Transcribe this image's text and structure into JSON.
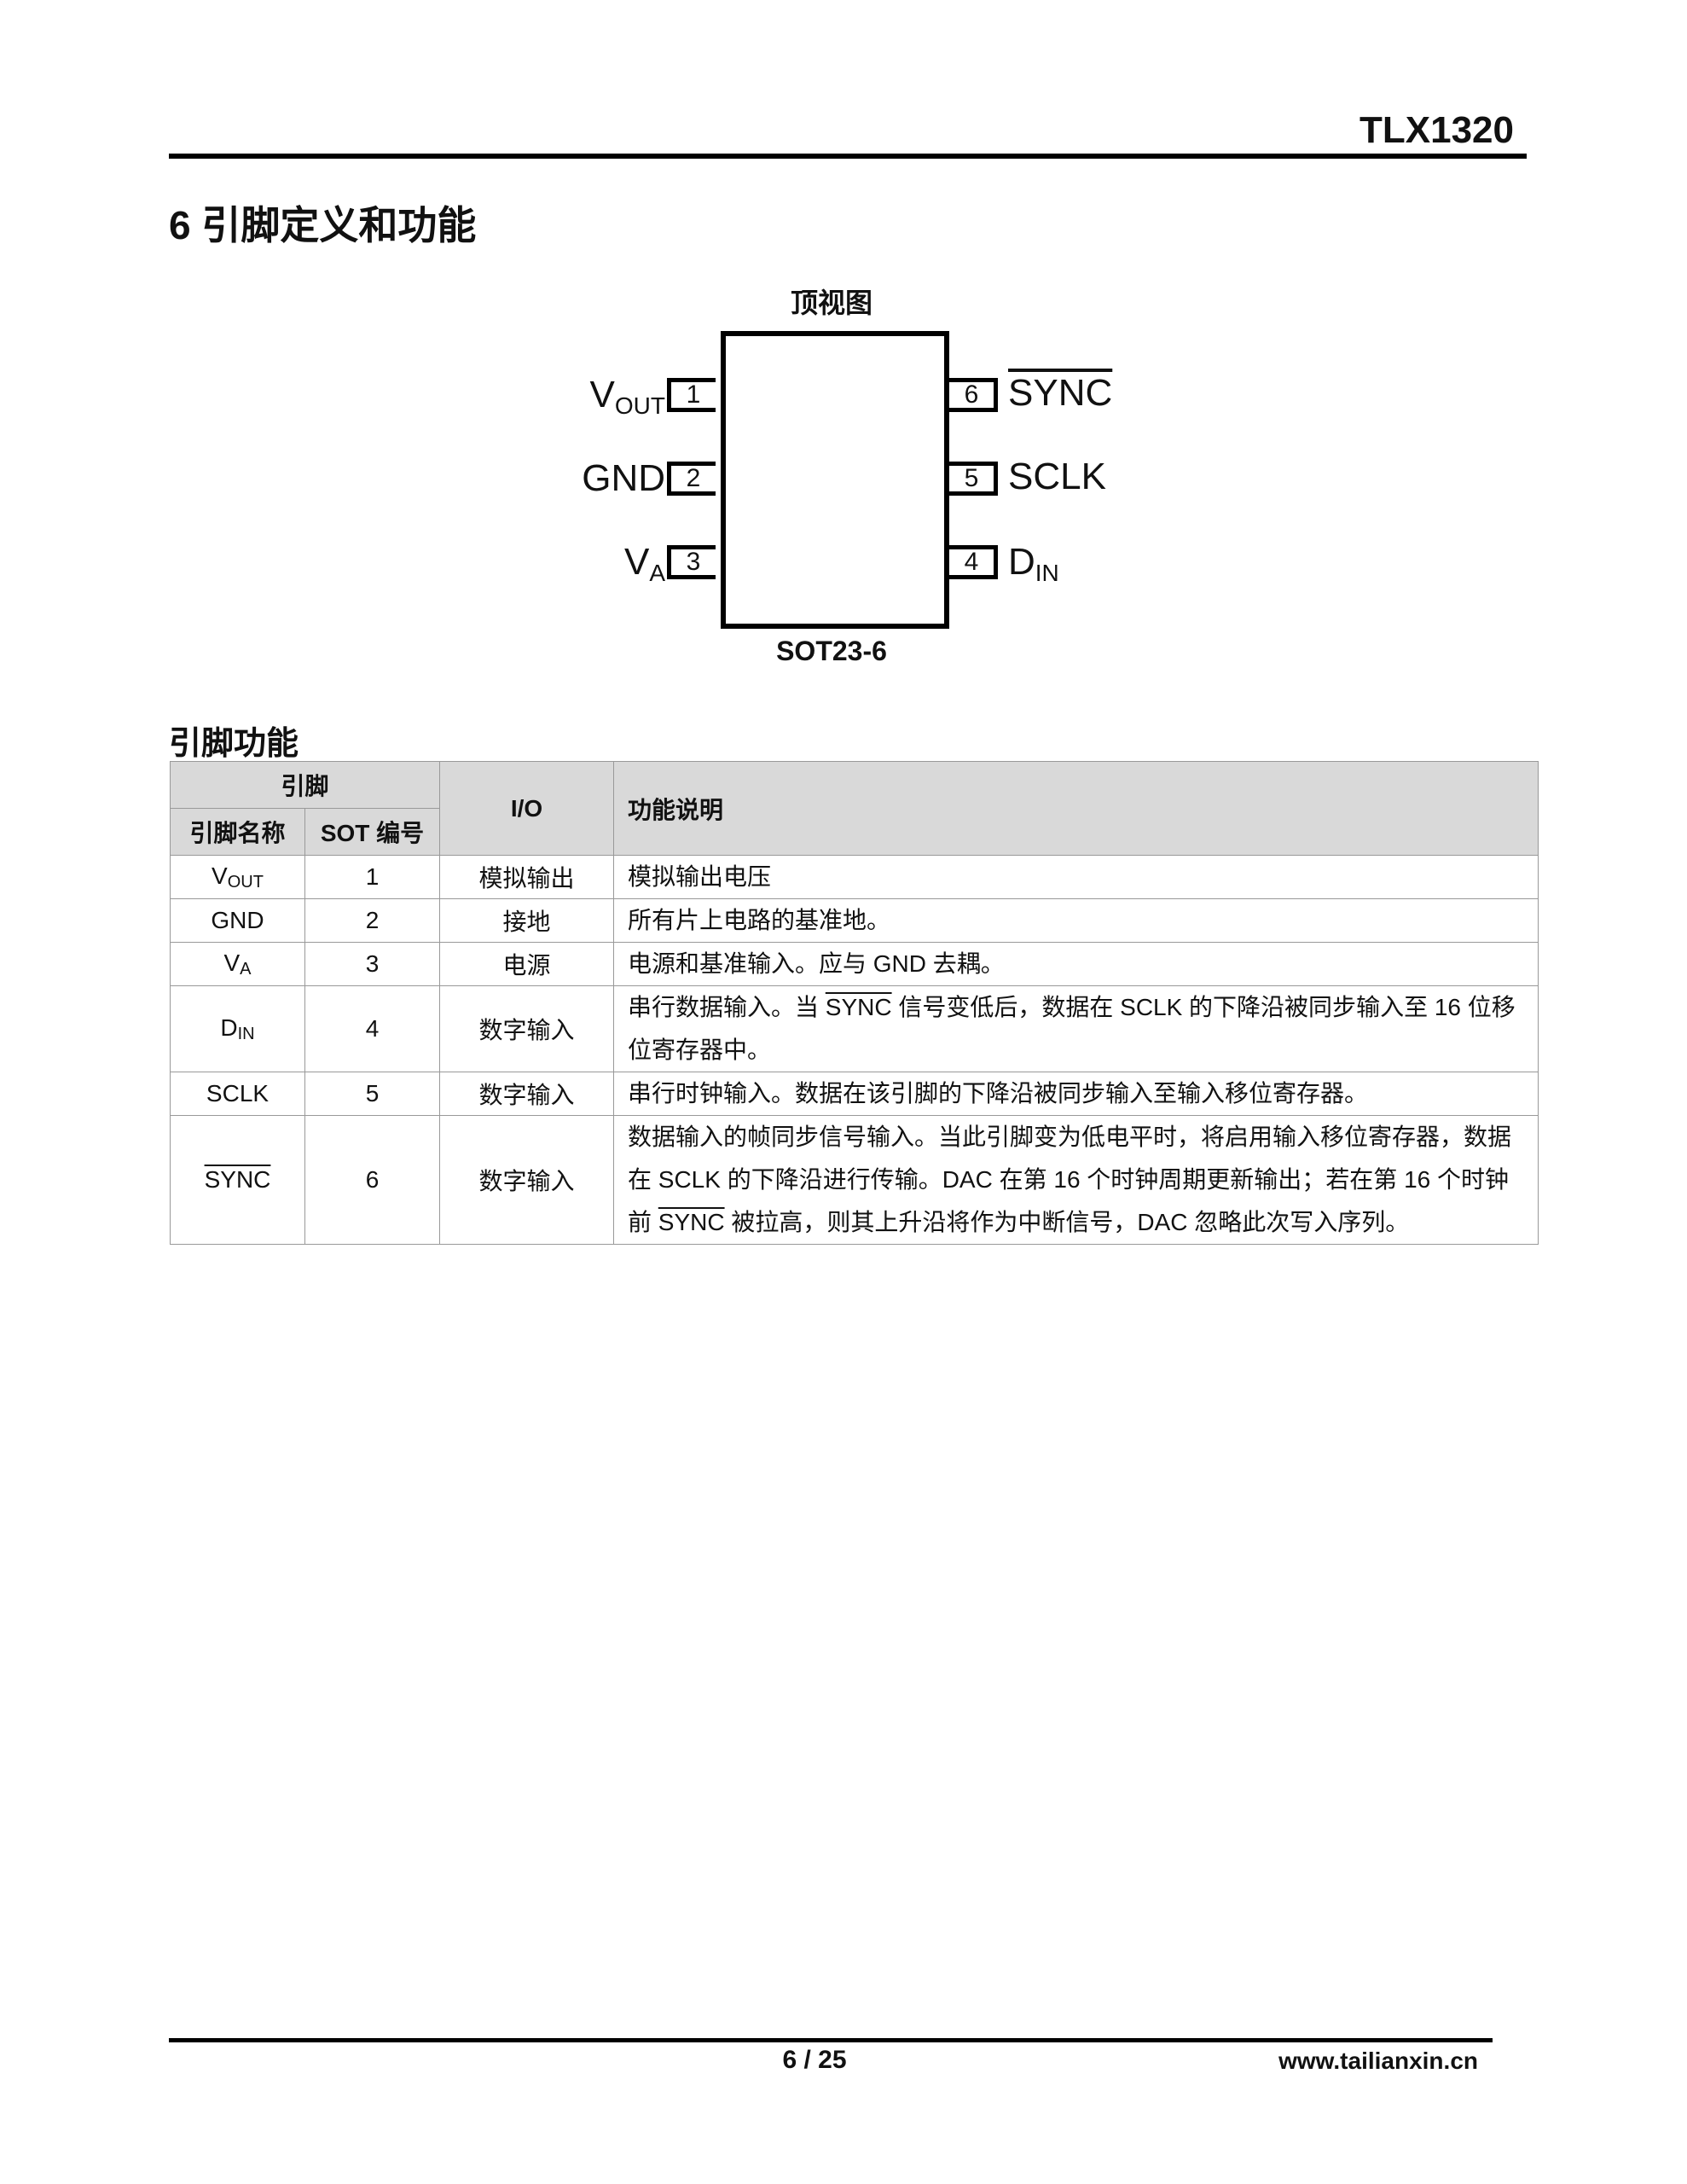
{
  "header": {
    "doc_id": "TLX1320"
  },
  "section_title": "6 引脚定义和功能",
  "diagram": {
    "view_title": "顶视图",
    "package": "SOT23-6",
    "left_pins": [
      {
        "num": "1",
        "name": "V",
        "sub": "OUT"
      },
      {
        "num": "2",
        "name": "GND",
        "sub": ""
      },
      {
        "num": "3",
        "name": "V",
        "sub": "A"
      }
    ],
    "right_pins": [
      {
        "num": "6",
        "name": "SYNC",
        "sub": ""
      },
      {
        "num": "5",
        "name": "SCLK",
        "sub": ""
      },
      {
        "num": "4",
        "name": "D",
        "sub": "IN"
      }
    ]
  },
  "table": {
    "title": "引脚功能",
    "headers": {
      "pin_group": "引脚",
      "pin_name": "引脚名称",
      "sot_num": "SOT 编号",
      "io": "I/O",
      "desc": "功能说明"
    },
    "rows": [
      {
        "name": "V",
        "sub": "OUT",
        "num": "1",
        "io": "模拟输出",
        "desc": [
          "模拟输出电压"
        ]
      },
      {
        "name": "GND",
        "sub": "",
        "num": "2",
        "io": "接地",
        "desc": [
          "所有片上电路的基准地。"
        ]
      },
      {
        "name": "V",
        "sub": "A",
        "num": "3",
        "io": "电源",
        "desc": [
          "电源和基准输入。应与 GND 去耦。"
        ]
      },
      {
        "name": "D",
        "sub": "IN",
        "num": "4",
        "io": "数字输入",
        "desc": [
          "串行数据输入。当 ",
          "SYNC",
          " 信号变低后，数据在 SCLK 的下降沿被同步输入至 16 位移位寄存器中。"
        ]
      },
      {
        "name": "SCLK",
        "sub": "",
        "num": "5",
        "io": "数字输入",
        "desc": [
          "串行时钟输入。数据在该引脚的下降沿被同步输入至输入移位寄存器。"
        ]
      },
      {
        "name": "SYNC",
        "sub": "",
        "num": "6",
        "io": "数字输入",
        "desc": [
          "数据输入的帧同步信号输入。当此引脚变为低电平时，将启用输入移位寄存器，数据在 SCLK 的下降沿进行传输。DAC 在第 16 个时钟周期更新输出；若在第 16 个时钟前 ",
          "SYNC",
          " 被拉高，则其上升沿将作为中断信号，DAC 忽略此次写入序列。"
        ]
      }
    ]
  },
  "footer": {
    "page": "6 / 25",
    "site": "www.tailianxin.cn"
  }
}
